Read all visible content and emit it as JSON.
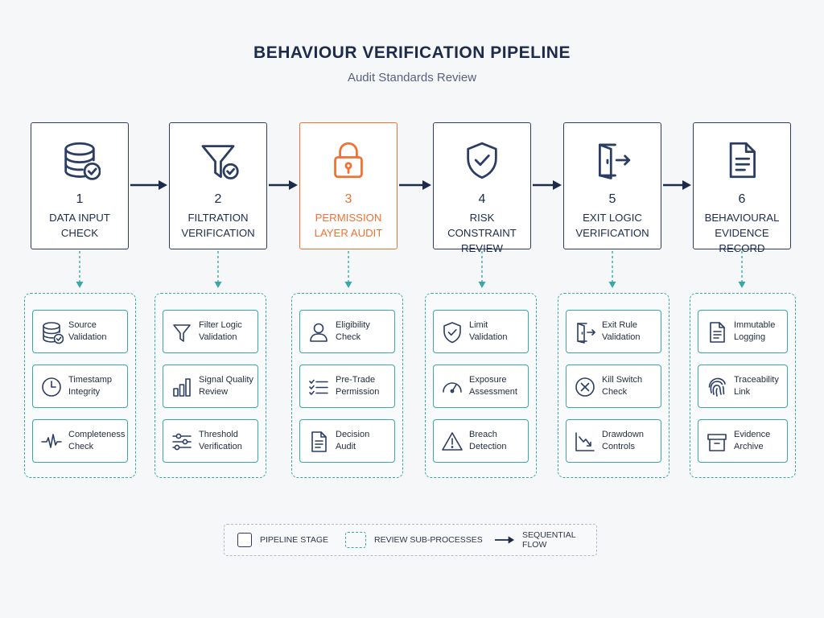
{
  "header": {
    "title": "BEHAVIOUR VERIFICATION PIPELINE",
    "subtitle": "Audit Standards Review"
  },
  "colors": {
    "stage_border": "#2b3d63",
    "active_accent": "#f07132",
    "sub_accent": "#3aa8a6",
    "text_dark": "#1c2b4b"
  },
  "stages": [
    {
      "number": "1",
      "name": "DATA INPUT\nCHECK",
      "icon": "database-check-icon",
      "active": false,
      "subs": [
        {
          "label": "Source Validation",
          "icon": "database-check-icon"
        },
        {
          "label": "Timestamp\nIntegrity",
          "icon": "clock-icon"
        },
        {
          "label": "Completeness\nCheck",
          "icon": "waveform-icon"
        }
      ]
    },
    {
      "number": "2",
      "name": "FILTRATION\nVERIFICATION",
      "icon": "funnel-check-icon",
      "active": false,
      "subs": [
        {
          "label": "Filter Logic\nValidation",
          "icon": "funnel-icon"
        },
        {
          "label": "Signal Quality\nReview",
          "icon": "bar-chart-icon"
        },
        {
          "label": "Threshold\nVerification",
          "icon": "sliders-icon"
        }
      ]
    },
    {
      "number": "3",
      "name": "PERMISSION\nLAYER AUDIT",
      "icon": "padlock-icon",
      "active": true,
      "subs": [
        {
          "label": "Eligibility\nCheck",
          "icon": "user-icon"
        },
        {
          "label": "Pre-Trade\nPermission",
          "icon": "checklist-icon"
        },
        {
          "label": "Decision\nAudit",
          "icon": "document-icon"
        }
      ]
    },
    {
      "number": "4",
      "name": "RISK CONSTRAINT\nREVIEW",
      "icon": "shield-check-icon",
      "active": false,
      "subs": [
        {
          "label": "Limit Validation",
          "icon": "shield-check-icon"
        },
        {
          "label": "Exposure\nAssessment",
          "icon": "gauge-icon"
        },
        {
          "label": "Breach\nDetection",
          "icon": "warning-icon"
        }
      ]
    },
    {
      "number": "5",
      "name": "EXIT LOGIC\nVERIFICATION",
      "icon": "exit-door-icon",
      "active": false,
      "subs": [
        {
          "label": "Exit Rule\nValidation",
          "icon": "exit-door-icon"
        },
        {
          "label": "Kill Switch\nCheck",
          "icon": "circle-x-icon"
        },
        {
          "label": "Drawdown\nControls",
          "icon": "trend-down-icon"
        }
      ]
    },
    {
      "number": "6",
      "name": "BEHAVIOURAL\nEVIDENCE RECORD",
      "icon": "document-icon",
      "active": false,
      "subs": [
        {
          "label": "Immutable\nLogging",
          "icon": "document-icon"
        },
        {
          "label": "Traceability\nLink",
          "icon": "fingerprint-icon"
        },
        {
          "label": "Evidence\nArchive",
          "icon": "archive-box-icon"
        }
      ]
    }
  ],
  "legend": {
    "stage_label": "PIPELINE STAGE",
    "sub_label": "REVIEW SUB-PROCESSES",
    "flow_label": "SEQUENTIAL FLOW"
  }
}
